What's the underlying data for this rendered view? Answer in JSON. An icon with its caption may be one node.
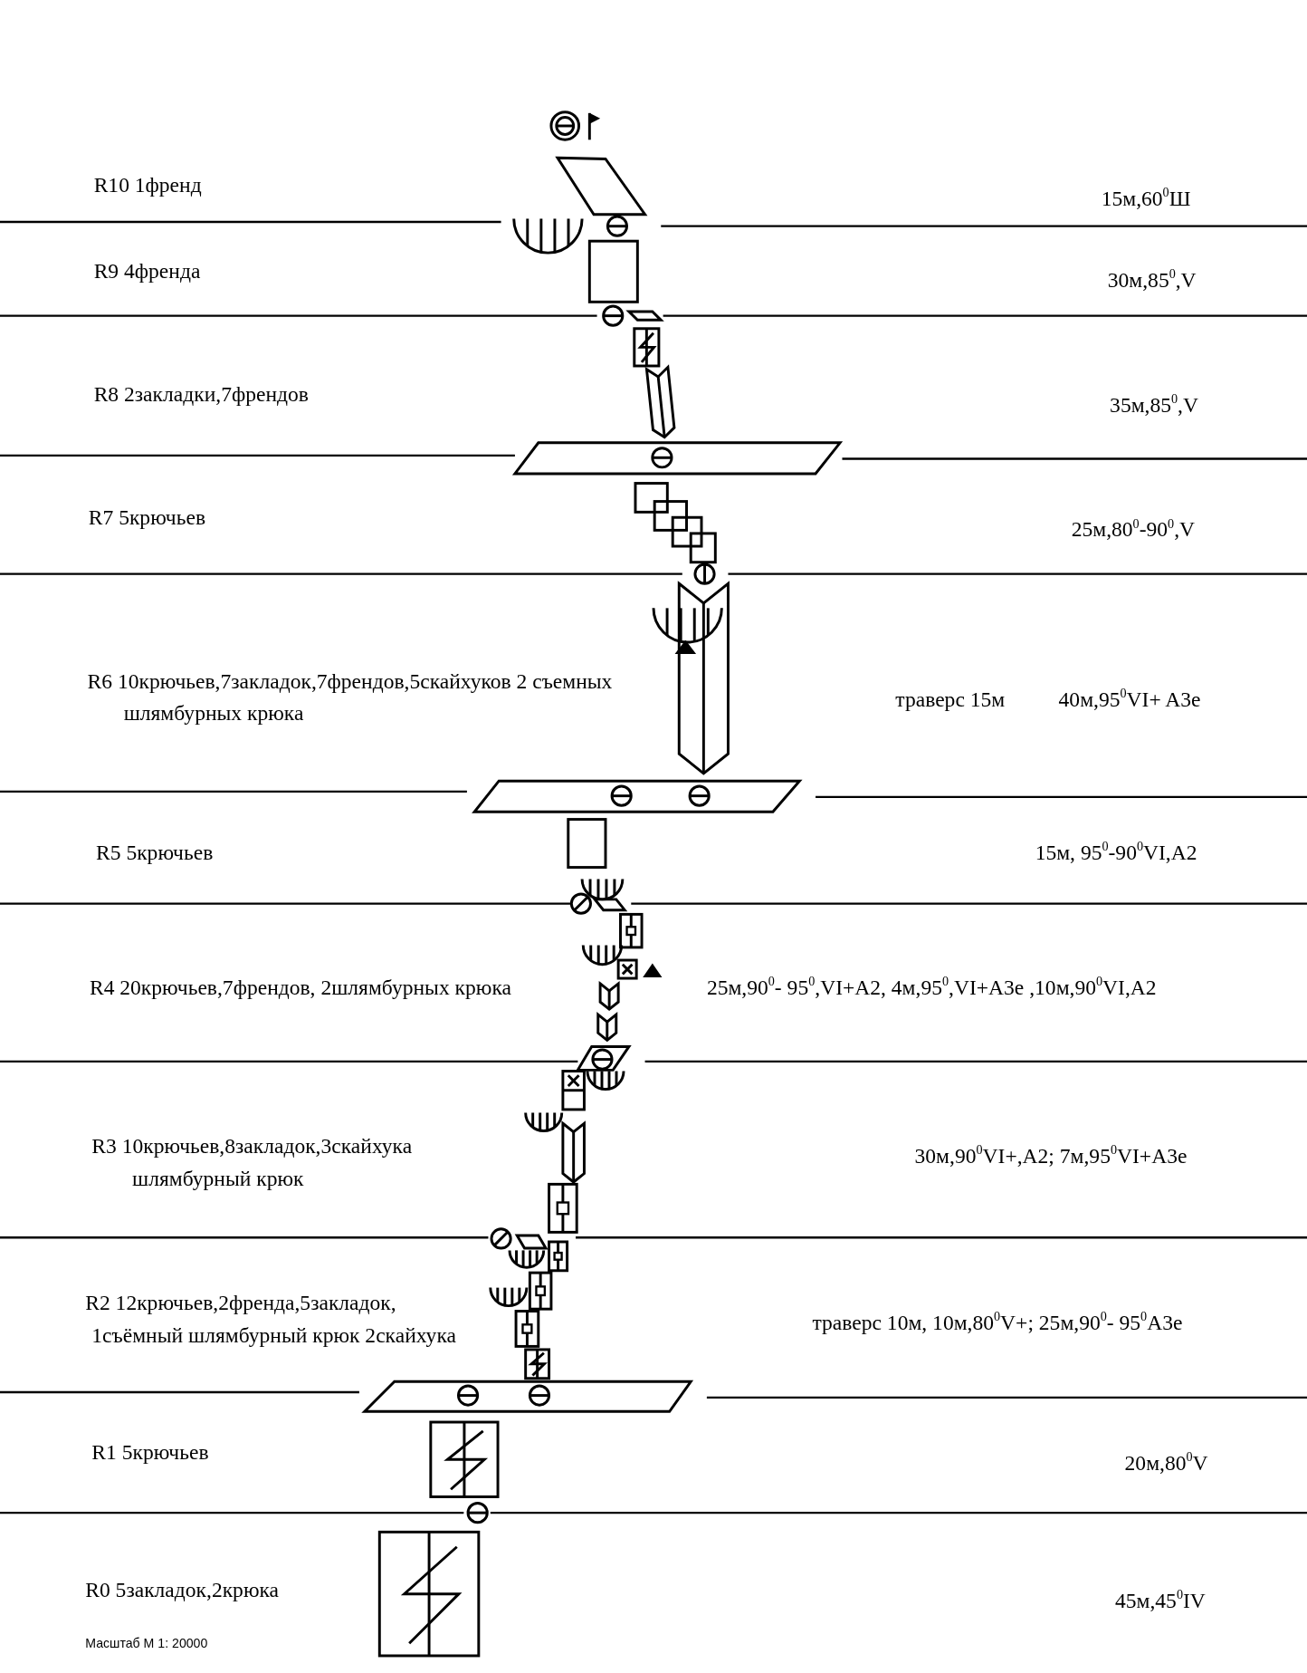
{
  "diagram": {
    "labels": [
      "R10 1френд",
      "15м,60$^{0}$Ш",
      "R9 4френда",
      "30м,85$^{0}$,V",
      "R8 2закладки,7френдов",
      "35м,85$^{0}$,V",
      "R7 5крючьев",
      "25м,80$^{0}$-90$^{0}$,V",
      "R6 10крючьев,7закладок,7френдов,5скайхуков 2 съемных шлямбурных крюка",
      "траверс 15м",
      "40м,95$^{0}$VI+ A3e",
      "R5 5крючьев",
      "15м, 95$^{0}$-90$^{0}$VI,A2",
      "R4 20крючьев,7френдов, 2шлямбурных крюка",
      "25м,90$^{0}$- 95$^{0}$,VI+A2, 4м,95$^{0}$,VI+A3e ,10м,90$^{0}$VI,A2",
      "R3 10крючьев,8закладок,3скайхука шлямбурный крюк",
      "30м,90$^{0}$VI+,A2; 7м,95$^{0}$VI+A3e",
      "R2 12крючьев,2френда,5закладок, 1съёмный шлямбурный крюк 2скайхука",
      "траверс 10м, 10м,80$^{0}$V+; 25м,90$^{0}$- 95$^{0}$A3e",
      "R1 5крючьев",
      "20м,80$^{0}$V",
      "R0 5закладок,2крюка",
      "45м,45$^{0}$IV",
      "Масштаб М 1: 20000"
    ]
  }
}
